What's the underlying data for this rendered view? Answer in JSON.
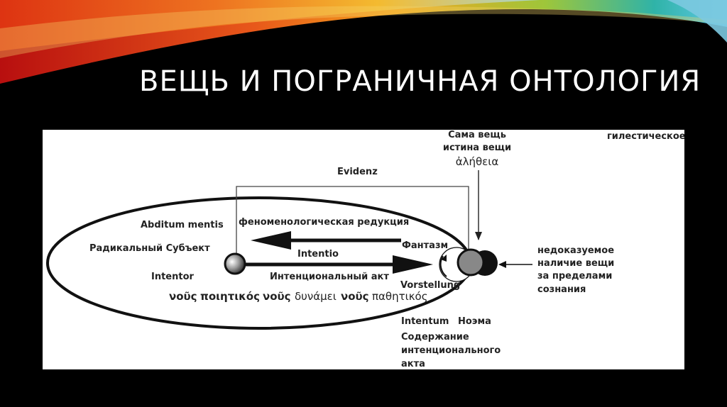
{
  "slide": {
    "title": "ВЕЩЬ И ПОГРАНИЧНАЯ ОНТОЛОГИЯ"
  },
  "diagram": {
    "sama_veshch": "Сама вещь",
    "istina_veshchi": "истина вещи",
    "aletheia": "ἀλήθεια",
    "gilesticheskoe": "гилестическое",
    "evidenz": "Evidenz",
    "abditum_mentis": "Abditum mentis",
    "fenomenologicheskaya_reduktsiya": "феноменологическая редукция",
    "radikalnyi_subekt": "Радикальный Субъект",
    "fantazm": "Фантазм",
    "intentio": "Intentio",
    "intentor": "Intentor",
    "intentsionalnyi_akt": "Интенциональный акт",
    "vorstellung": "Vorstellung",
    "nous_label": "νοῦς",
    "poietikos": "ποιητικός",
    "dynamei": "δυνάμει",
    "pathetikos": "παθητικός",
    "intentum": "Intentum",
    "noema": "Ноэма",
    "soderzhanie_line1": "Содержание",
    "soderzhanie_line2": "интенционального",
    "soderzhanie_line3": "акта",
    "nedokazuemoe_line1": "недоказуемое",
    "nedokazuemoe_line2": "наличие вещи",
    "nedokazuemoe_line3": "за пределами",
    "nedokazuemoe_line4": "сознания"
  }
}
